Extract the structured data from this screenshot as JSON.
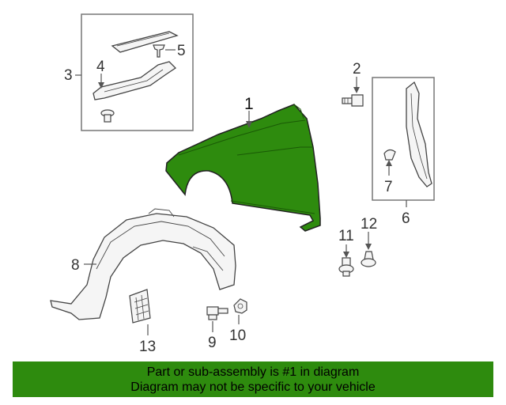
{
  "colors": {
    "highlight": "#2e8b0e",
    "footer_bg": "#2e8b0e",
    "line": "#555555",
    "part_fill": "#f5f5f5",
    "part_stroke": "#444444"
  },
  "callouts": {
    "c1": "1",
    "c2": "2",
    "c3": "3",
    "c4": "4",
    "c5": "5",
    "c6": "6",
    "c7": "7",
    "c8": "8",
    "c9": "9",
    "c10": "10",
    "c11": "11",
    "c12": "12",
    "c13": "13"
  },
  "footer": {
    "line1": "Part or sub-assembly is #1 in diagram",
    "line2": "Diagram may not be specific to your vehicle"
  }
}
